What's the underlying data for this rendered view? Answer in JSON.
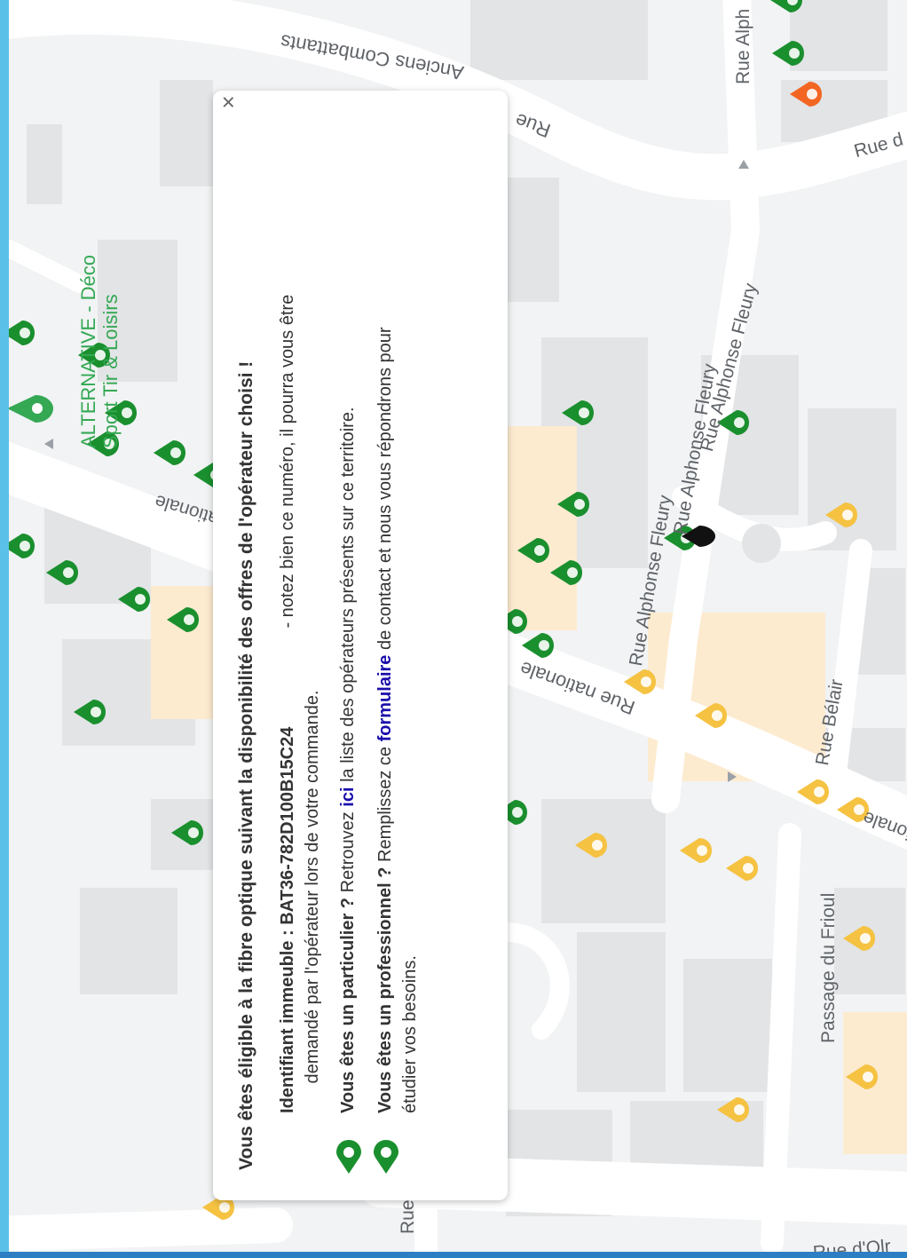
{
  "map": {
    "streets": {
      "anciens_combattants": "Anciens Combattants",
      "rue_top": "Rue",
      "rue_nationale_left": "ationale",
      "rue_nationale_mid": "Rue nationale",
      "rue_nationale_right": "ionale",
      "alphonse_fleury_1": "Rue Alphonse Fleury",
      "alphonse_fleury_2": "Rue Alphonse Fleury",
      "alphonse_fleury_3": "Rue Alphonse Fleury",
      "rue_alph_top": "Rue Alph",
      "rue_d_top": "Rue d",
      "rue_belair": "Rue Bélair",
      "passage_frioul": "Passage du Frioul",
      "rue_dolr": "Rue d'Olr",
      "rue_bottom_left": "Rue"
    },
    "poi": {
      "line1": "ALTERNATIVE - Déco",
      "line2": "Sport Tir & Loisirs"
    },
    "colors": {
      "pin_green": "#1a8f2e",
      "pin_yellow": "#f5c242",
      "pin_orange": "#f26522",
      "poi_green": "#34a853",
      "building_peach": "#fdebd0"
    }
  },
  "popup": {
    "close_symbol": "×",
    "title": "Vous êtes éligible à la fibre optique suivant la disponibilité des offres de l'opérateur choisi !",
    "id_label": "Identifiant immeuble : BAT36-782D100B15C24",
    "id_note_1": "- notez bien ce numéro, il pourra vous être",
    "id_note_2": "demandé par l'opérateur lors de votre commande.",
    "particulier_q": "Vous êtes un particulier ?",
    "particulier_pre": " Retrouvez ",
    "particulier_link": "ici",
    "particulier_post": " la liste des opérateurs présents sur ce territoire.",
    "pro_q": "Vous êtes un professionnel ?",
    "pro_pre": " Remplissez ce ",
    "pro_link": "formulaire",
    "pro_post": " de contact et nous vous répondrons pour",
    "pro_post_2": "étudier vos besoins."
  }
}
